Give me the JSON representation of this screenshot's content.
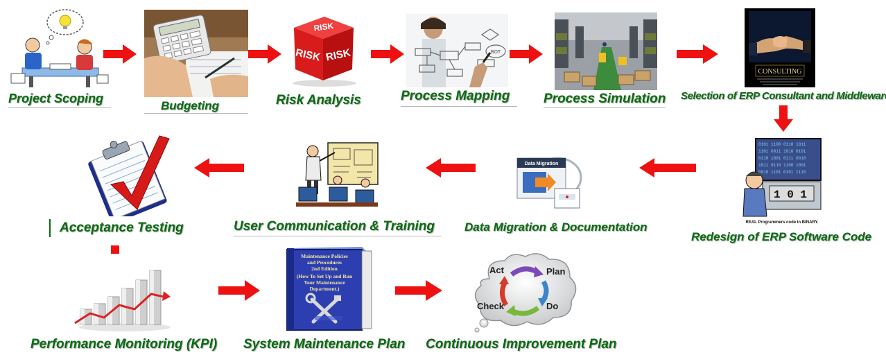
{
  "colors": {
    "label": "#0b6b12",
    "arrow": "#ee1111"
  },
  "steps": [
    {
      "id": "project-scoping",
      "label": "Project Scoping",
      "icon": "team-brainstorm-icon"
    },
    {
      "id": "budgeting",
      "label": "Budgeting",
      "icon": "calculator-icon"
    },
    {
      "id": "risk-analysis",
      "label": "Risk Analysis",
      "icon": "risk-cube-icon",
      "cube_text": "RISK"
    },
    {
      "id": "process-mapping",
      "label": "Process Mapping",
      "icon": "flowchart-whiteboard-icon",
      "bubble_text": "BOT"
    },
    {
      "id": "process-simulation",
      "label": "Process Simulation",
      "icon": "warehouse-icon"
    },
    {
      "id": "erp-consultant",
      "label": "Selection of ERP Consultant and Middleware",
      "icon": "handshake-icon",
      "poster_text": "CONSULTING"
    },
    {
      "id": "redesign-code",
      "label": "Redesign of ERP Software Code",
      "icon": "programmer-computer-icon",
      "caption": "REAL Programmers code in BINARY."
    },
    {
      "id": "data-migration",
      "label": "Data Migration & Documentation",
      "icon": "data-migration-icon",
      "header_text": "Data Migration"
    },
    {
      "id": "user-training",
      "label": "User Communication & Training",
      "icon": "training-presentation-icon"
    },
    {
      "id": "acceptance-testing",
      "label": "Acceptance Testing",
      "icon": "clipboard-check-icon"
    },
    {
      "id": "performance-monitoring",
      "label": "Performance Monitoring (KPI)",
      "icon": "growth-bar-chart-icon"
    },
    {
      "id": "maintenance-plan",
      "label": "System Maintenance Plan",
      "icon": "maintenance-book-icon",
      "book_lines": [
        "Maintenance Policies",
        "and Procedures",
        "2nd Edition",
        "(How To Set Up and Run",
        "Your Maintenance",
        "Department.)"
      ]
    },
    {
      "id": "improvement-plan",
      "label": "Continuous Improvement Plan",
      "icon": "pdca-cycle-icon",
      "cycle": {
        "act": "Act",
        "plan": "Plan",
        "check": "Check",
        "do": "Do"
      }
    }
  ]
}
